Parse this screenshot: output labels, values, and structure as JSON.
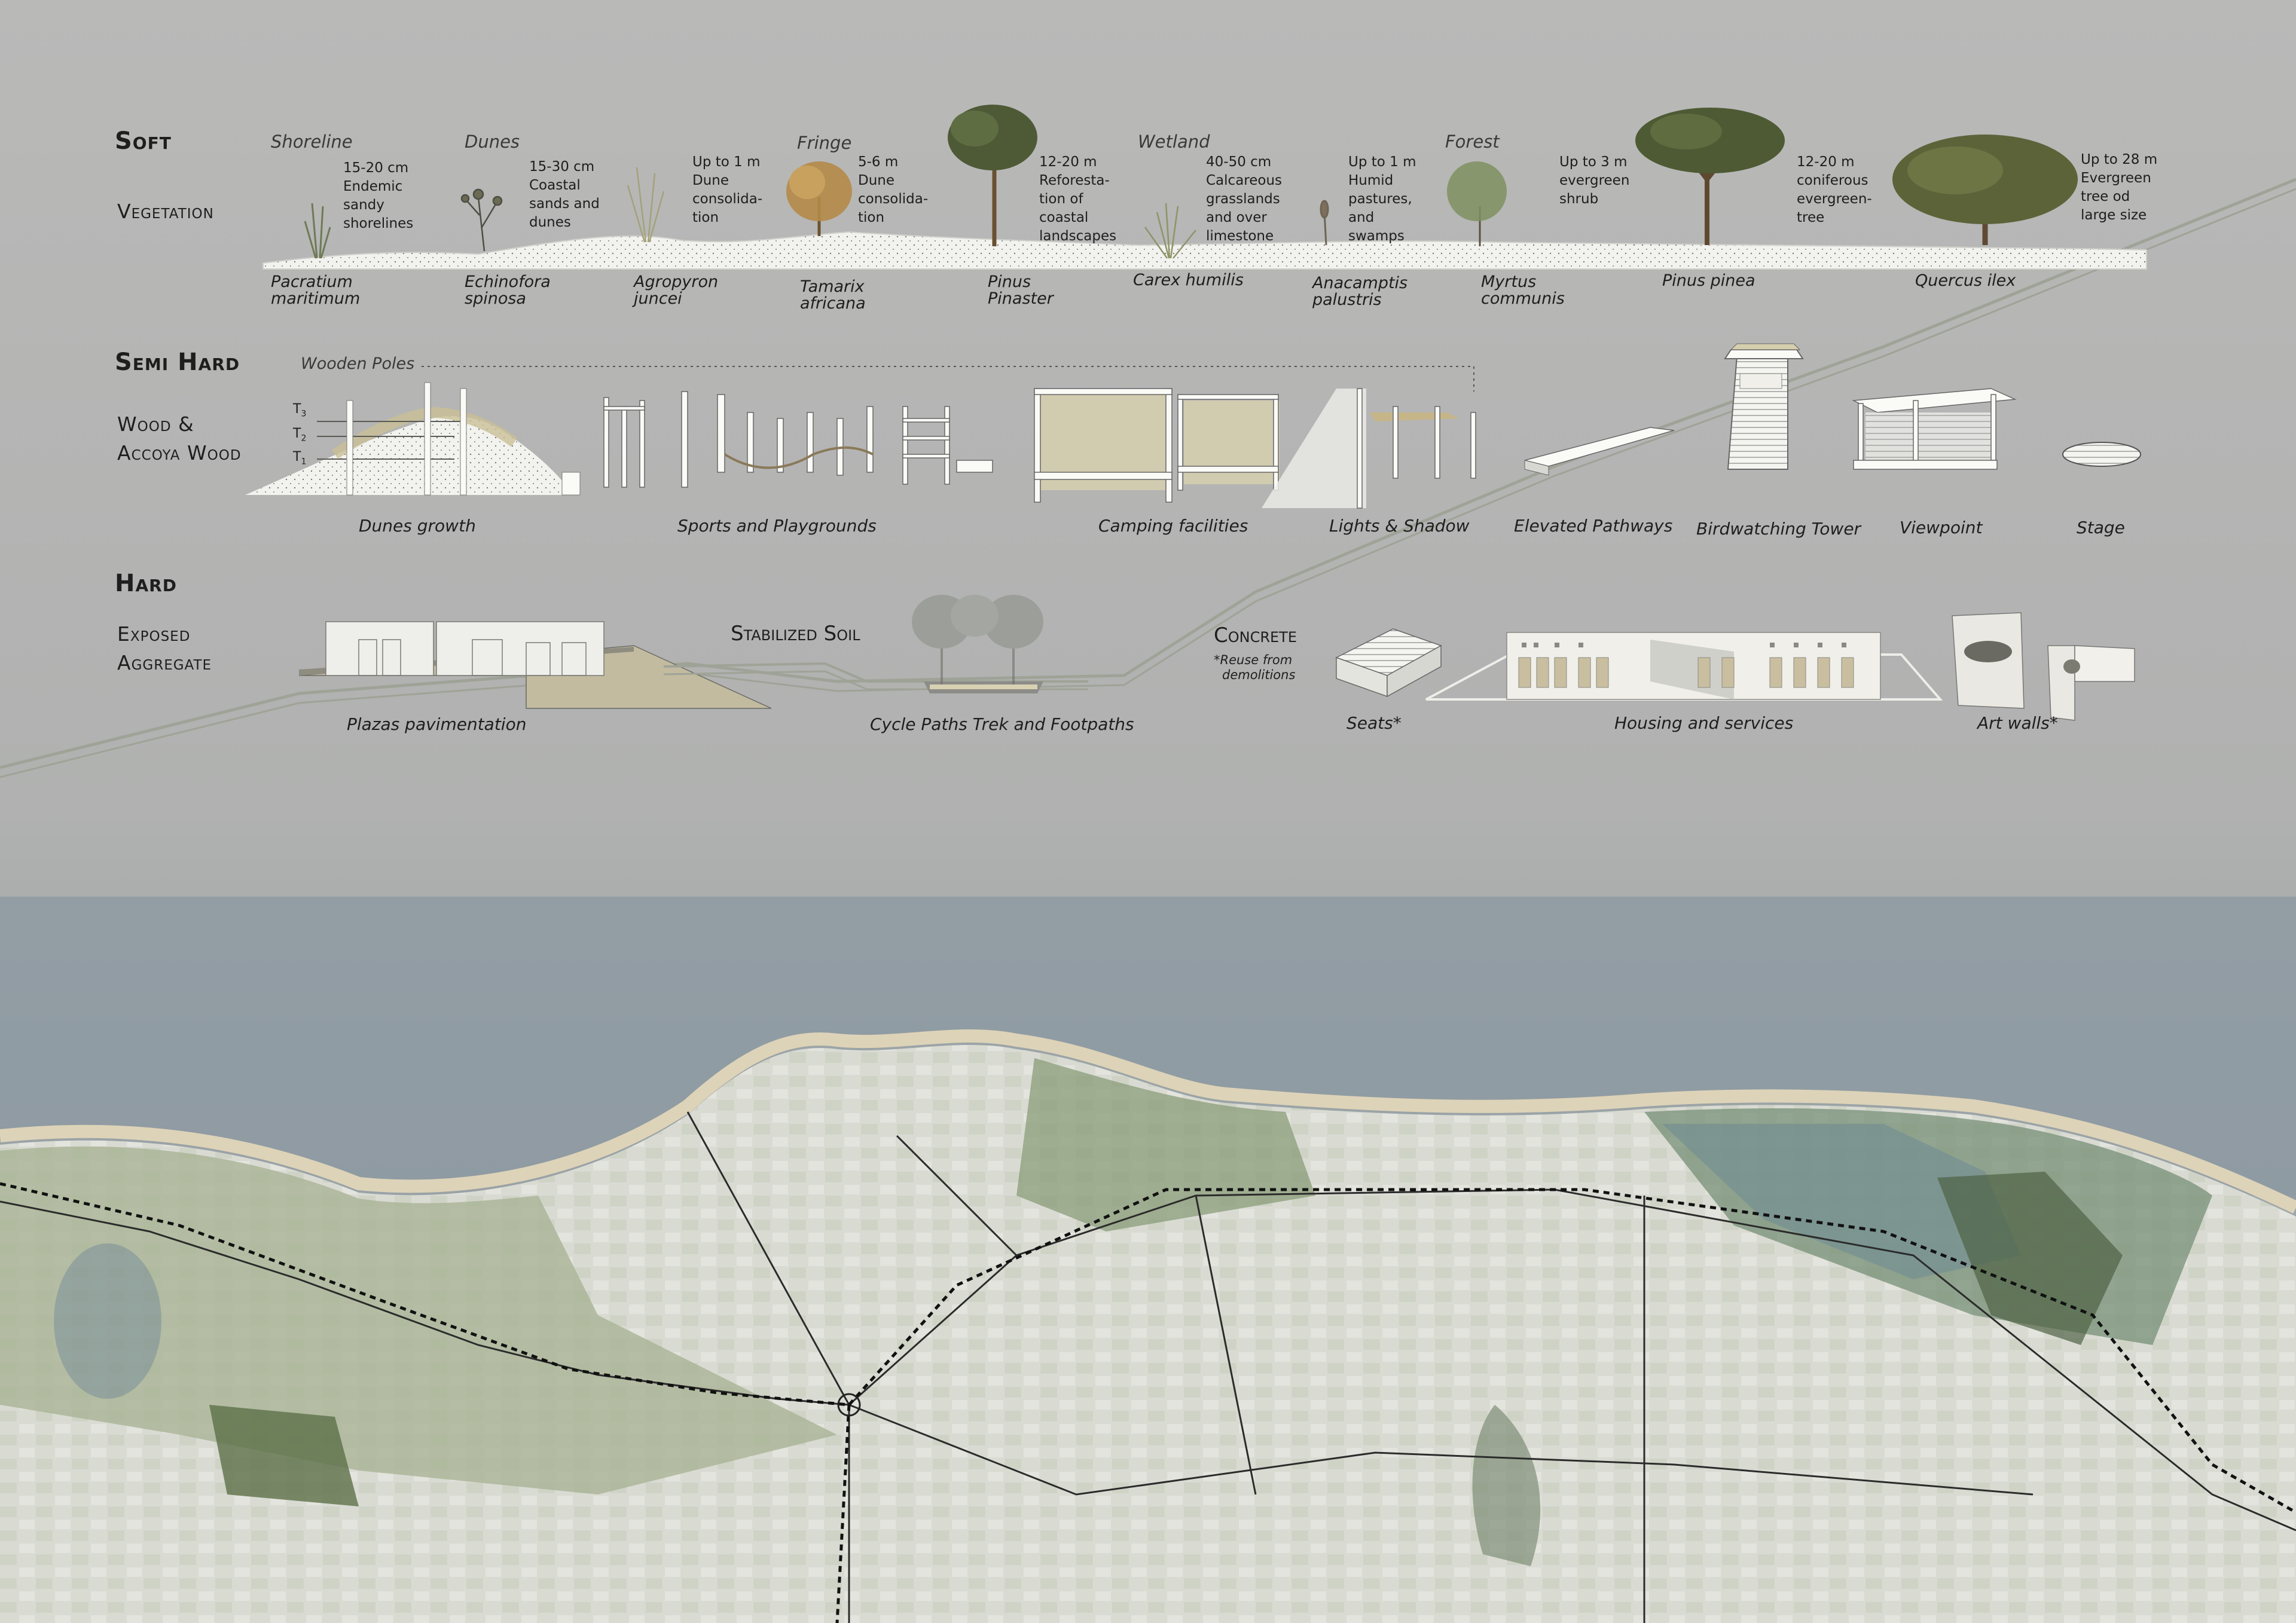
{
  "colors": {
    "background": "#b4b4b3",
    "sea": "#8b98a0",
    "beach": "#ddd3b8",
    "vegetation": "#8f9f7e",
    "land": "#dcddd6",
    "path": "#9ea196",
    "wood": "#f6f4ef",
    "fabric": "#d6cfae"
  },
  "soft": {
    "title": "Soft",
    "subtitle": "Vegetation",
    "zones": [
      "Shoreline",
      "Dunes",
      "Fringe",
      "Wetland",
      "Forest"
    ],
    "plants": [
      {
        "name1": "Pacratium",
        "name2": "maritimum",
        "d1": "15-20 cm",
        "d2": "Endemic",
        "d3": "sandy",
        "d4": "shorelines",
        "d5": ""
      },
      {
        "name1": "Echinofora",
        "name2": "spinosa",
        "d1": "15-30 cm",
        "d2": "Coastal",
        "d3": "sands and",
        "d4": "dunes",
        "d5": ""
      },
      {
        "name1": "Agropyron",
        "name2": "juncei",
        "d1": "Up to 1 m",
        "d2": "Dune",
        "d3": "consolida-",
        "d4": "tion",
        "d5": ""
      },
      {
        "name1": "Tamarix",
        "name2": "africana",
        "d1": "5-6 m",
        "d2": "Dune",
        "d3": "consolida-",
        "d4": "tion",
        "d5": ""
      },
      {
        "name1": "Pinus",
        "name2": "Pinaster",
        "d1": "12-20 m",
        "d2": "Reforesta-",
        "d3": "tion of",
        "d4": "coastal",
        "d5": "landscapes"
      },
      {
        "name1": "Carex humilis",
        "name2": "",
        "d1": "40-50 cm",
        "d2": "Calcareous",
        "d3": "grasslands",
        "d4": "and over",
        "d5": "limestone"
      },
      {
        "name1": "Anacamptis",
        "name2": "palustris",
        "d1": "Up to 1 m",
        "d2": "Humid",
        "d3": "pastures,",
        "d4": "and",
        "d5": "swamps"
      },
      {
        "name1": "Myrtus",
        "name2": "communis",
        "d1": "Up to 3 m",
        "d2": "evergreen",
        "d3": "shrub",
        "d4": "",
        "d5": ""
      },
      {
        "name1": "Pinus pinea",
        "name2": "",
        "d1": "12-20 m",
        "d2": "coniferous",
        "d3": "evergreen-",
        "d4": "tree",
        "d5": ""
      },
      {
        "name1": "Quercus ilex",
        "name2": "",
        "d1": "Up to 28 m",
        "d2": "Evergreen",
        "d3": "tree od",
        "d4": "large size",
        "d5": ""
      }
    ]
  },
  "semi": {
    "title": "Semi Hard",
    "sub1": "Wood &",
    "sub2": "Accoya Wood",
    "poles": "Wooden Poles",
    "t3": "T3",
    "t2": "T2",
    "t1": "T1",
    "captions": [
      "Dunes growth",
      "Sports and Playgrounds",
      "Camping facilities",
      "Lights & Shadow",
      "Elevated Pathways",
      "Birdwatching Tower",
      "Viewpoint",
      "Stage"
    ]
  },
  "hard": {
    "title": "Hard",
    "sub1": "Exposed",
    "sub2": "Aggregate",
    "soil": "Stabilized Soil",
    "concrete": "Concrete",
    "note1": "*Reuse from",
    "note2": "demolitions",
    "captions": [
      "Plazas pavimentation",
      "Cycle Paths Trek and Footpaths",
      "Seats*",
      "Housing and services",
      "Art walls*"
    ]
  }
}
